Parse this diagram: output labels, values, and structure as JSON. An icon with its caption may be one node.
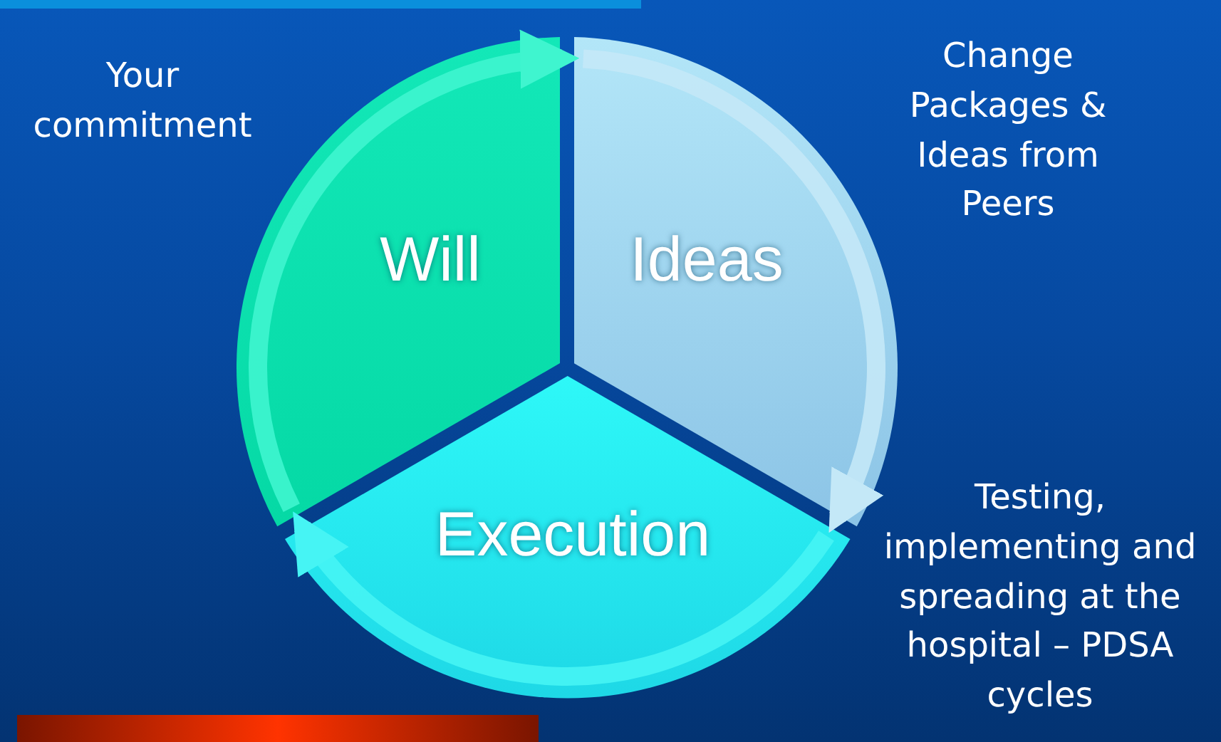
{
  "diagram": {
    "nodes": [
      {
        "text": [
          "Will"
        ],
        "beside": [
          "Your commitment"
        ]
      },
      {
        "text": [
          "Ideas"
        ],
        "beside": [
          "Change Packages & Ideas from Peers"
        ]
      },
      {
        "text": [
          "Execution"
        ]
      }
    ],
    "labels": [
      "Testing, implementing and spreading at the hospital – PDSA cycles"
    ],
    "edges": [
      {
        "from": 0,
        "to": 1,
        "arrow": "to",
        "color": "#3ff5cf"
      },
      {
        "from": 1,
        "to": 2,
        "arrow": "to",
        "color": "#c4e8f7"
      },
      {
        "from": 2,
        "to": 0,
        "arrow": "to",
        "color": "#46f4f4"
      }
    ]
  }
}
